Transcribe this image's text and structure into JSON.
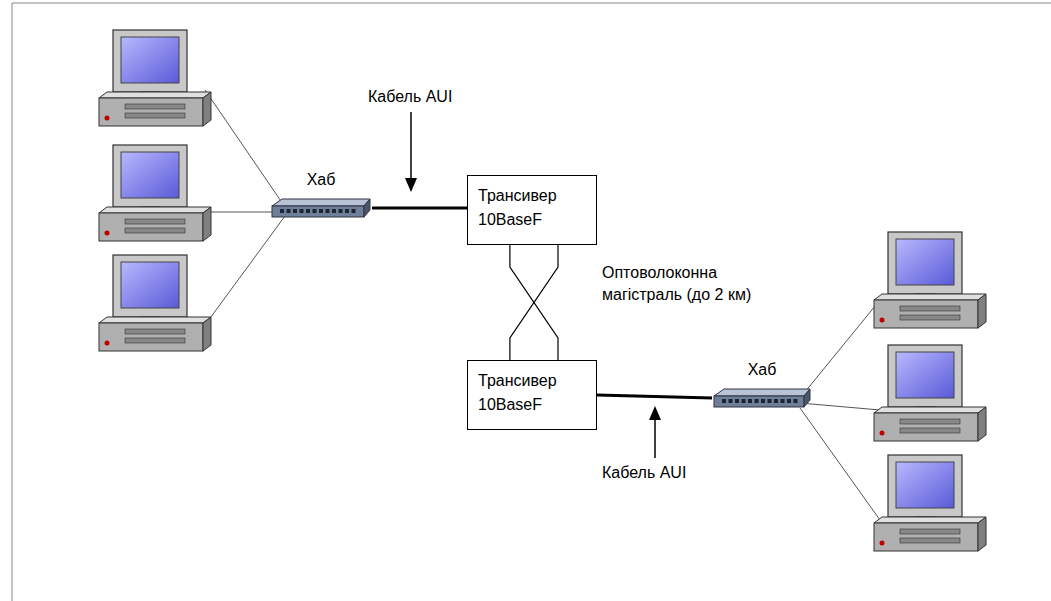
{
  "diagram": {
    "nodes": [
      {
        "text": [
          "Хаб"
        ]
      },
      {
        "text": [
          "Трансивер 10BaseF"
        ]
      },
      {
        "text": [
          "Трансивер 10BaseF"
        ]
      },
      {
        "text": [
          "Хаб"
        ]
      }
    ],
    "edges": [
      {
        "from": 0,
        "to": 1,
        "arrow": "none"
      },
      {
        "from": 1,
        "to": 2,
        "arrow": "none"
      },
      {
        "from": 1,
        "to": 2,
        "arrow": "none"
      },
      {
        "from": 2,
        "to": 3,
        "arrow": "none"
      }
    ],
    "labels": [
      "Кабель AUI",
      "Кабель AUI",
      "Оптоволоконна магістраль (до 2 км)"
    ]
  }
}
